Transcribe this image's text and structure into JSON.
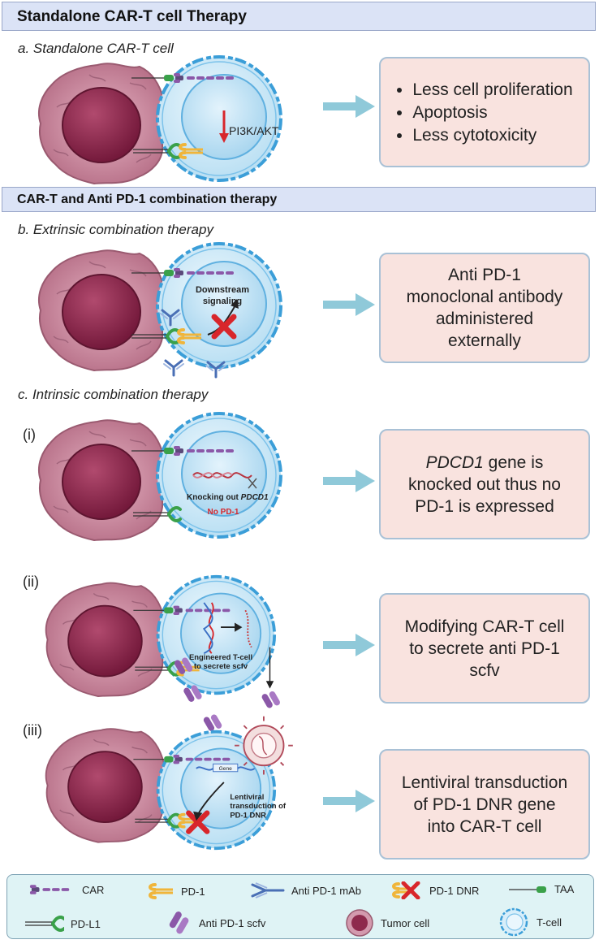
{
  "header1": "Standalone CAR-T cell Therapy",
  "panel_a": {
    "subtitle": "a. Standalone CAR-T cell",
    "label": "PI3K/AKT",
    "bullets": [
      "Less cell proliferation",
      "Apoptosis",
      "Less cytotoxicity"
    ]
  },
  "header2": "CAR-T and Anti PD-1 combination therapy",
  "panel_b": {
    "subtitle": "b. Extrinsic combination therapy",
    "label1": "Downstream",
    "label2": "signaling",
    "box_lines": [
      "Anti PD-1",
      "monoclonal  antibody",
      "administered",
      "externally"
    ]
  },
  "panel_c": {
    "subtitle": "c. Intrinsic combination therapy",
    "i": {
      "roman": "(i)",
      "label_plain": "Knocking out ",
      "label_italic": "PDCD1",
      "no_pd1": "No PD-1",
      "box_italic": "PDCD1",
      "box_rest": " gene is",
      "box_lines": [
        "knocked out thus no",
        "PD-1 is expressed"
      ]
    },
    "ii": {
      "roman": "(ii)",
      "label1": "Engineered T-cell",
      "label2": "to secrete scfv",
      "box_lines": [
        "Modifying CAR-T cell",
        "to secrete anti PD-1",
        "scfv"
      ]
    },
    "iii": {
      "roman": "(iii)",
      "gene": "Gene",
      "label1": "Lentiviral",
      "label2": "transduction of",
      "label3": "PD-1 DNR",
      "box_lines": [
        "Lentiviral transduction",
        "of PD-1 DNR gene",
        "into CAR-T cell"
      ]
    }
  },
  "legend": {
    "car": "CAR",
    "pd1": "PD-1",
    "mab": "Anti PD-1 mAb",
    "dnr": "PD-1 DNR",
    "taa": "TAA",
    "pdl1": "PD-L1",
    "scfv": "Anti PD-1 scfv",
    "tumor": "Tumor cell",
    "tcell": "T-cell"
  },
  "colors": {
    "header_bg": "#dbe3f6",
    "box_bg": "#f9e3df",
    "box_border": "#a9c1d6",
    "arrow": "#8fc9d9",
    "tumor_outer": "#c98a9f",
    "tumor_nucleus": "#8e2a4d",
    "tcell_fill": "#cde8f7",
    "tcell_border": "#3b9ed8",
    "red": "#d8262b",
    "car_purple": "#8b58a8",
    "pd1_orange": "#f0b53a",
    "taa_green": "#3aa14a",
    "mab_blue": "#4a6fb5"
  }
}
